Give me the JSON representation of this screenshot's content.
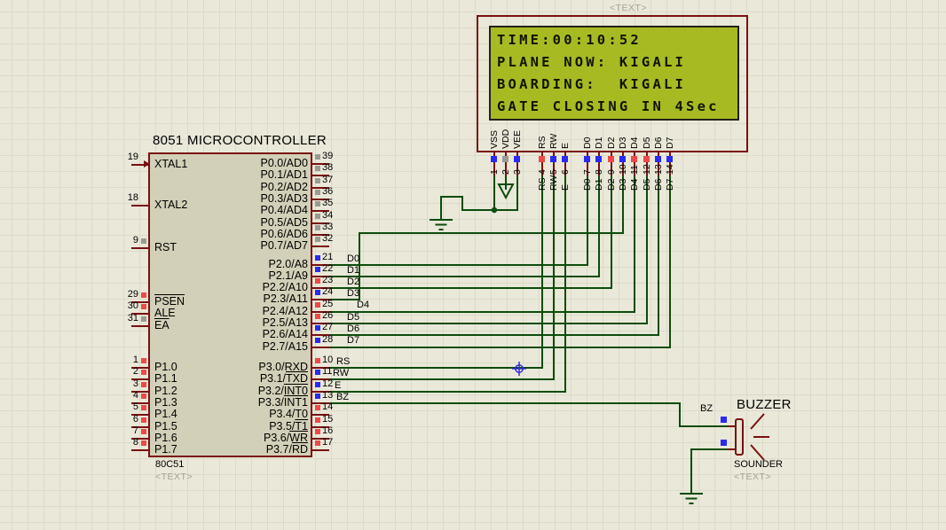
{
  "texts": {
    "top_text_tag": "<TEXT>"
  },
  "colors": {
    "wire": "#0c4c0c",
    "component_outline": "#7a1010",
    "screen": "#a8ba22",
    "square_blue": "#2a2af0",
    "square_red": "#f04848",
    "square_gray": "#9a9a92",
    "label_gray": "#a3a296",
    "origin_marker": "#2929cc"
  },
  "chip": {
    "title": "8051 MICROCONTROLLER",
    "part_number": "80C51",
    "text_tag": "<TEXT>",
    "left_pins": [
      {
        "num": "19",
        "label": "XTAL1",
        "square": null,
        "clock": true
      },
      {
        "num": "18",
        "label": "XTAL2",
        "square": null
      },
      {
        "num": "9",
        "label": "RST",
        "square": "gray"
      },
      {
        "num": "29",
        "label": "PSEN",
        "square": "red",
        "overline_all": true
      },
      {
        "num": "30",
        "label": "ALE",
        "square": "red"
      },
      {
        "num": "31",
        "label": "EA",
        "square": "gray",
        "overline_all": true
      },
      {
        "num": "1",
        "label": "P1.0",
        "square": "red"
      },
      {
        "num": "2",
        "label": "P1.1",
        "square": "red"
      },
      {
        "num": "3",
        "label": "P1.2",
        "square": "red"
      },
      {
        "num": "4",
        "label": "P1.3",
        "square": "red"
      },
      {
        "num": "5",
        "label": "P1.4",
        "square": "red"
      },
      {
        "num": "6",
        "label": "P1.5",
        "square": "red"
      },
      {
        "num": "7",
        "label": "P1.6",
        "square": "red"
      },
      {
        "num": "8",
        "label": "P1.7",
        "square": "red"
      }
    ],
    "right_pins": [
      {
        "num": "39",
        "label": "P0.0/AD0",
        "square": "gray"
      },
      {
        "num": "38",
        "label": "P0.1/AD1",
        "square": "gray"
      },
      {
        "num": "37",
        "label": "P0.2/AD2",
        "square": "gray"
      },
      {
        "num": "36",
        "label": "P0.3/AD3",
        "square": "gray"
      },
      {
        "num": "35",
        "label": "P0.4/AD4",
        "square": "gray"
      },
      {
        "num": "34",
        "label": "P0.5/AD5",
        "square": "gray"
      },
      {
        "num": "33",
        "label": "P0.6/AD6",
        "square": "gray"
      },
      {
        "num": "32",
        "label": "P0.7/AD7",
        "square": "gray"
      },
      {
        "num": "21",
        "label": "P2.0/A8",
        "square": "blue"
      },
      {
        "num": "22",
        "label": "P2.1/A9",
        "square": "blue"
      },
      {
        "num": "23",
        "label": "P2.2/A10",
        "square": "red"
      },
      {
        "num": "24",
        "label": "P2.3/A11",
        "square": "blue"
      },
      {
        "num": "25",
        "label": "P2.4/A12",
        "square": "red"
      },
      {
        "num": "26",
        "label": "P2.5/A13",
        "square": "red"
      },
      {
        "num": "27",
        "label": "P2.6/A14",
        "square": "blue"
      },
      {
        "num": "28",
        "label": "P2.7/A15",
        "square": "blue"
      },
      {
        "num": "10",
        "label": "P3.0/RXD",
        "square": "red"
      },
      {
        "num": "11",
        "label": "P3.1/",
        "over": "TXD",
        "square": "blue"
      },
      {
        "num": "12",
        "label": "P3.2/",
        "over": "INT0",
        "square": "blue"
      },
      {
        "num": "13",
        "label": "P3.3/",
        "over": "INT1",
        "square": "blue"
      },
      {
        "num": "14",
        "label": "P3.4/T0",
        "square": "red"
      },
      {
        "num": "15",
        "label": "P3.5/",
        "over": "T1",
        "square": "red"
      },
      {
        "num": "16",
        "label": "P3.6/",
        "over": "WR",
        "square": "red"
      },
      {
        "num": "17",
        "label": "P3.7/",
        "over": "RD",
        "square": "red"
      }
    ]
  },
  "lcd": {
    "text_tag": "<TEXT>",
    "screen_lines": [
      "TIME:00:10:52",
      "PLANE NOW: KIGALI",
      "BOARDING:  KIGALI",
      "GATE CLOSING IN 4Sec"
    ],
    "pins": [
      {
        "num": "1",
        "name": "VSS",
        "square": "blue",
        "wire": null
      },
      {
        "num": "2",
        "name": "VDD",
        "square": "gray",
        "wire": null
      },
      {
        "num": "3",
        "name": "VEE",
        "square": "blue",
        "wire": null
      },
      {
        "num": "4",
        "name": "RS",
        "square": "red",
        "wire": "RS"
      },
      {
        "num": "5",
        "name": "RW",
        "square": "blue",
        "wire": "RW"
      },
      {
        "num": "6",
        "name": "E",
        "square": "blue",
        "wire": "E"
      },
      {
        "num": "7",
        "name": "D0",
        "square": "blue",
        "wire": "D0"
      },
      {
        "num": "8",
        "name": "D1",
        "square": "blue",
        "wire": "D1"
      },
      {
        "num": "9",
        "name": "D2",
        "square": "red",
        "wire": "D2"
      },
      {
        "num": "10",
        "name": "D3",
        "square": "blue",
        "wire": "D3"
      },
      {
        "num": "11",
        "name": "D4",
        "square": "red",
        "wire": "D4"
      },
      {
        "num": "12",
        "name": "D5",
        "square": "red",
        "wire": "D5"
      },
      {
        "num": "13",
        "name": "D6",
        "square": "blue",
        "wire": "D6"
      },
      {
        "num": "14",
        "name": "D7",
        "square": "blue",
        "wire": "D7"
      }
    ]
  },
  "wire_labels": [
    {
      "text": "D0"
    },
    {
      "text": "D1"
    },
    {
      "text": "D2"
    },
    {
      "text": "D3"
    },
    {
      "text": "D4"
    },
    {
      "text": "D5"
    },
    {
      "text": "D6"
    },
    {
      "text": "D7"
    },
    {
      "text": "RS"
    },
    {
      "text": "RW"
    },
    {
      "text": "E"
    },
    {
      "text": "BZ"
    },
    {
      "text": "BZ"
    }
  ],
  "buzzer": {
    "title": "BUZZER",
    "part_name": "SOUNDER",
    "text_tag": "<TEXT>",
    "pin_squares": [
      "blue",
      "blue"
    ]
  }
}
